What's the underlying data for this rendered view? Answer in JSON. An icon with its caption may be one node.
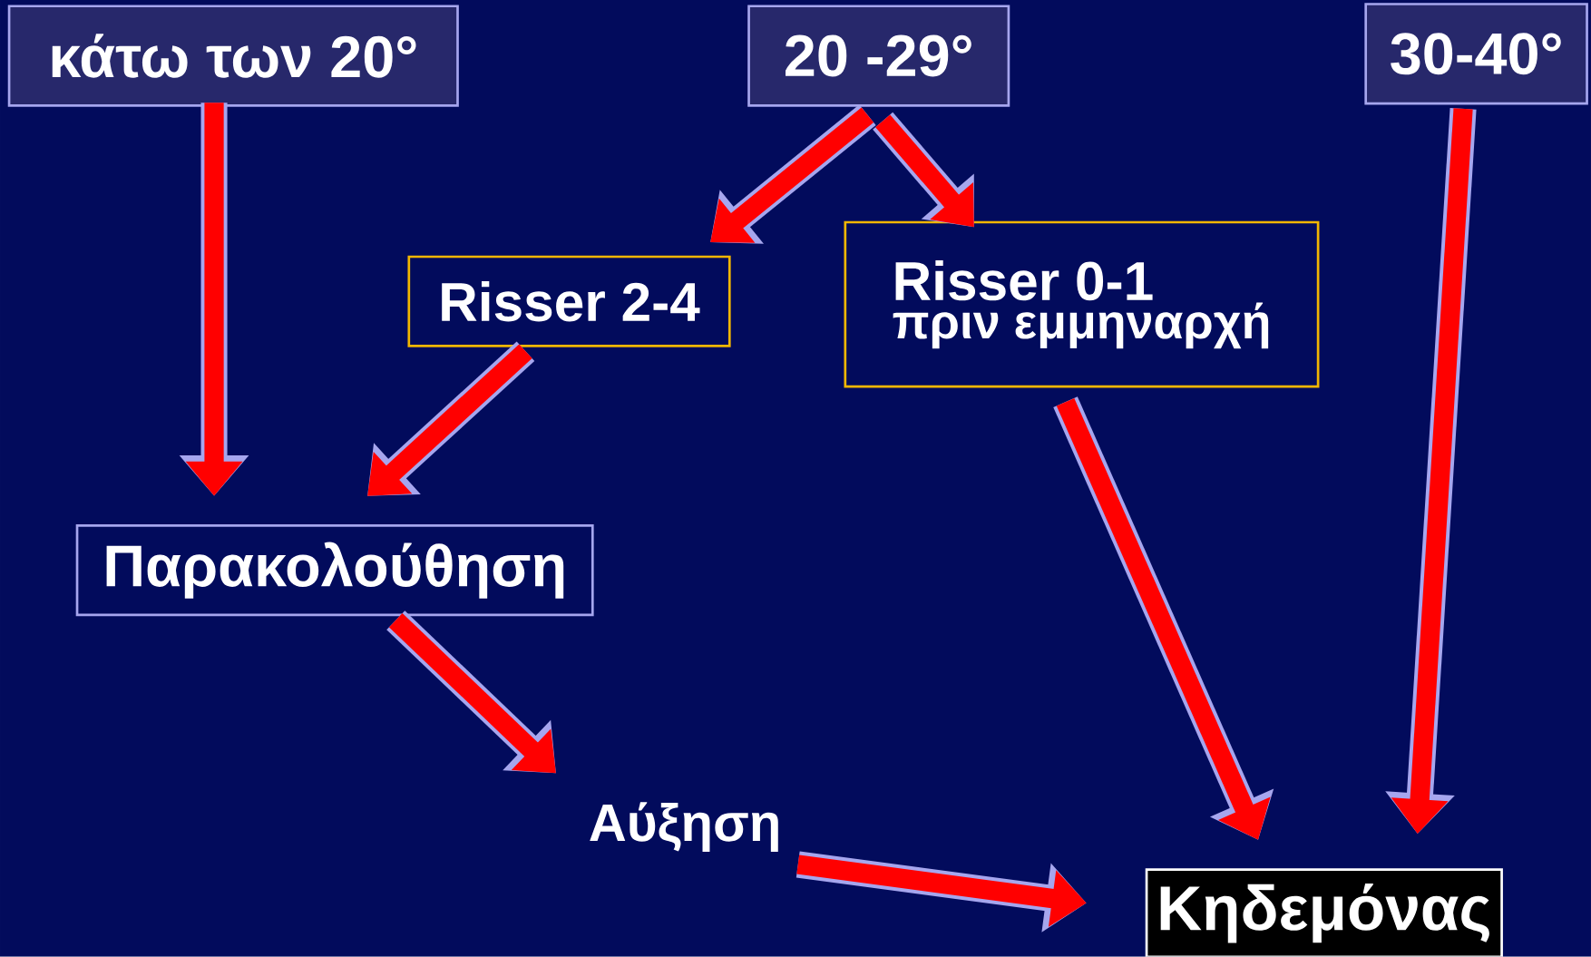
{
  "diagram": {
    "nodes": [
      {
        "text": [
          "κάτω των 20°"
        ]
      },
      {
        "text": [
          "20 -29°"
        ]
      },
      {
        "text": [
          "30-40°"
        ]
      },
      {
        "text": [
          "Risser 2-4"
        ]
      },
      {
        "text": [
          "Risser 0-1",
          "πριν εμμηναρχή"
        ]
      },
      {
        "text": [
          "Παρακολούθηση"
        ]
      },
      {
        "text": [
          "Αύξηση"
        ]
      },
      {
        "text": [
          "Κηδεμόνας"
        ]
      }
    ],
    "edges": [
      {
        "from": 0,
        "to": 5,
        "arrow": "to"
      },
      {
        "from": 1,
        "to": 3,
        "arrow": "to"
      },
      {
        "from": 1,
        "to": 4,
        "arrow": "to"
      },
      {
        "from": 3,
        "to": 5,
        "arrow": "to"
      },
      {
        "from": 4,
        "to": 7,
        "arrow": "to"
      },
      {
        "from": 2,
        "to": 7,
        "arrow": "to"
      },
      {
        "from": 5,
        "to": 6,
        "arrow": "to"
      },
      {
        "from": 6,
        "to": 7,
        "arrow": "to"
      }
    ]
  }
}
